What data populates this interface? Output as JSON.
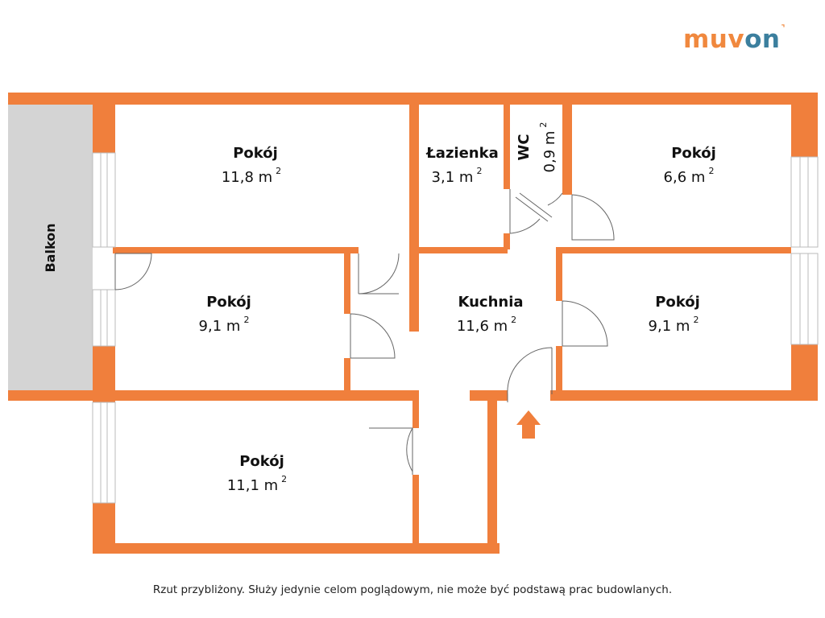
{
  "brand": {
    "logo_main": "muv",
    "logo_accent": "on",
    "logo_mark": "˺"
  },
  "colors": {
    "wall": "#f07f3c",
    "balcony": "#d4d4d4",
    "brand_orange": "#f0883e",
    "brand_blue": "#3b7f9e"
  },
  "rooms": [
    {
      "id": "pokoj-1",
      "name": "Pokój",
      "area": "11,8 m",
      "sup": "2"
    },
    {
      "id": "lazienka",
      "name": "Łazienka",
      "area": "3,1 m",
      "sup": "2"
    },
    {
      "id": "wc",
      "name": "WC",
      "area": "0,9 m",
      "sup": "2"
    },
    {
      "id": "pokoj-2",
      "name": "Pokój",
      "area": "6,6 m",
      "sup": "2"
    },
    {
      "id": "pokoj-3",
      "name": "Pokój",
      "area": "9,1 m",
      "sup": "2"
    },
    {
      "id": "kuchnia",
      "name": "Kuchnia",
      "area": "11,6 m",
      "sup": "2"
    },
    {
      "id": "pokoj-4",
      "name": "Pokój",
      "area": "9,1 m",
      "sup": "2"
    },
    {
      "id": "pokoj-5",
      "name": "Pokój",
      "area": "11,1 m",
      "sup": "2"
    }
  ],
  "balcony": {
    "label": "Balkon"
  },
  "entrance": {
    "icon": "entrance-arrow-icon"
  },
  "disclaimer": "Rzut przybliżony. Służy jedynie celom poglądowym, nie może być podstawą prac budowlanych."
}
